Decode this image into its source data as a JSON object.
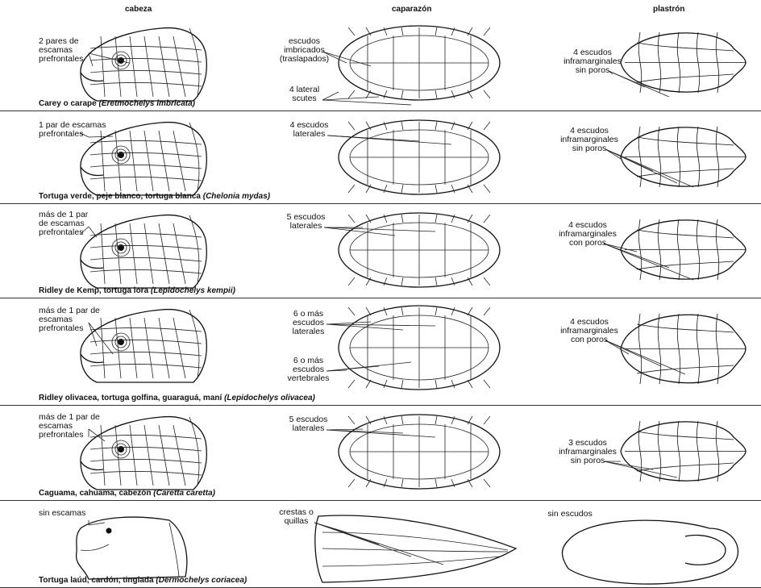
{
  "headers": {
    "head": "cabeza",
    "carapace": "caparazón",
    "plastron": "plastrón"
  },
  "rows": [
    {
      "head_label": "2 pares de\nescamas\nprefrontales",
      "carapace_label_1": "escudos\nimbricados\n(traslapados)",
      "carapace_label_2": "4 lateral\nscutes",
      "plastron_label": "4 escudos\ninframarginales\nsin poros",
      "common_name": "Carey o carape ",
      "scientific_name": "(Eretmochelys imbricata)"
    },
    {
      "head_label": "1 par de escamas\nprefrontales",
      "carapace_label_1": "4 escudos\nlaterales",
      "carapace_label_2": "",
      "plastron_label": "4 escudos\ninframarginales\nsin poros",
      "common_name": "Tortuga verde, peje blanco, tortuga blanca ",
      "scientific_name": "(Chelonia mydas)"
    },
    {
      "head_label": "más de 1 par\nde escamas\nprefrontales",
      "carapace_label_1": "5 escudos\nlaterales",
      "carapace_label_2": "",
      "plastron_label": "4 escudos\ninframarginales\ncon poros",
      "common_name": "Ridley de Kemp, tortuga lora ",
      "scientific_name": "(Lepidochelys kempii)"
    },
    {
      "head_label": "más de 1 par de\nescamas\nprefrontales",
      "carapace_label_1": "6 o más\nescudos\nlaterales",
      "carapace_label_2": "6 o más\nescudos\nvertebrales",
      "plastron_label": "4 escudos\ninframarginales\ncon poros",
      "common_name": "Ridley olivacea, tortuga golfina, guaraguá, maní ",
      "scientific_name": "(Lepidochelys olivacea)"
    },
    {
      "head_label": "más de 1 par de\nescamas\nprefrontales",
      "carapace_label_1": "5 escudos\nlaterales",
      "carapace_label_2": "",
      "plastron_label": "3 escudos\ninframarginales\nsin poros",
      "common_name": "Caguama, cahuama, cabezón ",
      "scientific_name": "(Caretta caretta)"
    },
    {
      "head_label": "sin escamas",
      "carapace_label_1": "crestas o\nquillas",
      "carapace_label_2": "",
      "plastron_label": "sin escudos",
      "common_name": "Tortuga laúd, cardón, tinglada ",
      "scientific_name": "(Dermochelys coriacea)"
    }
  ]
}
